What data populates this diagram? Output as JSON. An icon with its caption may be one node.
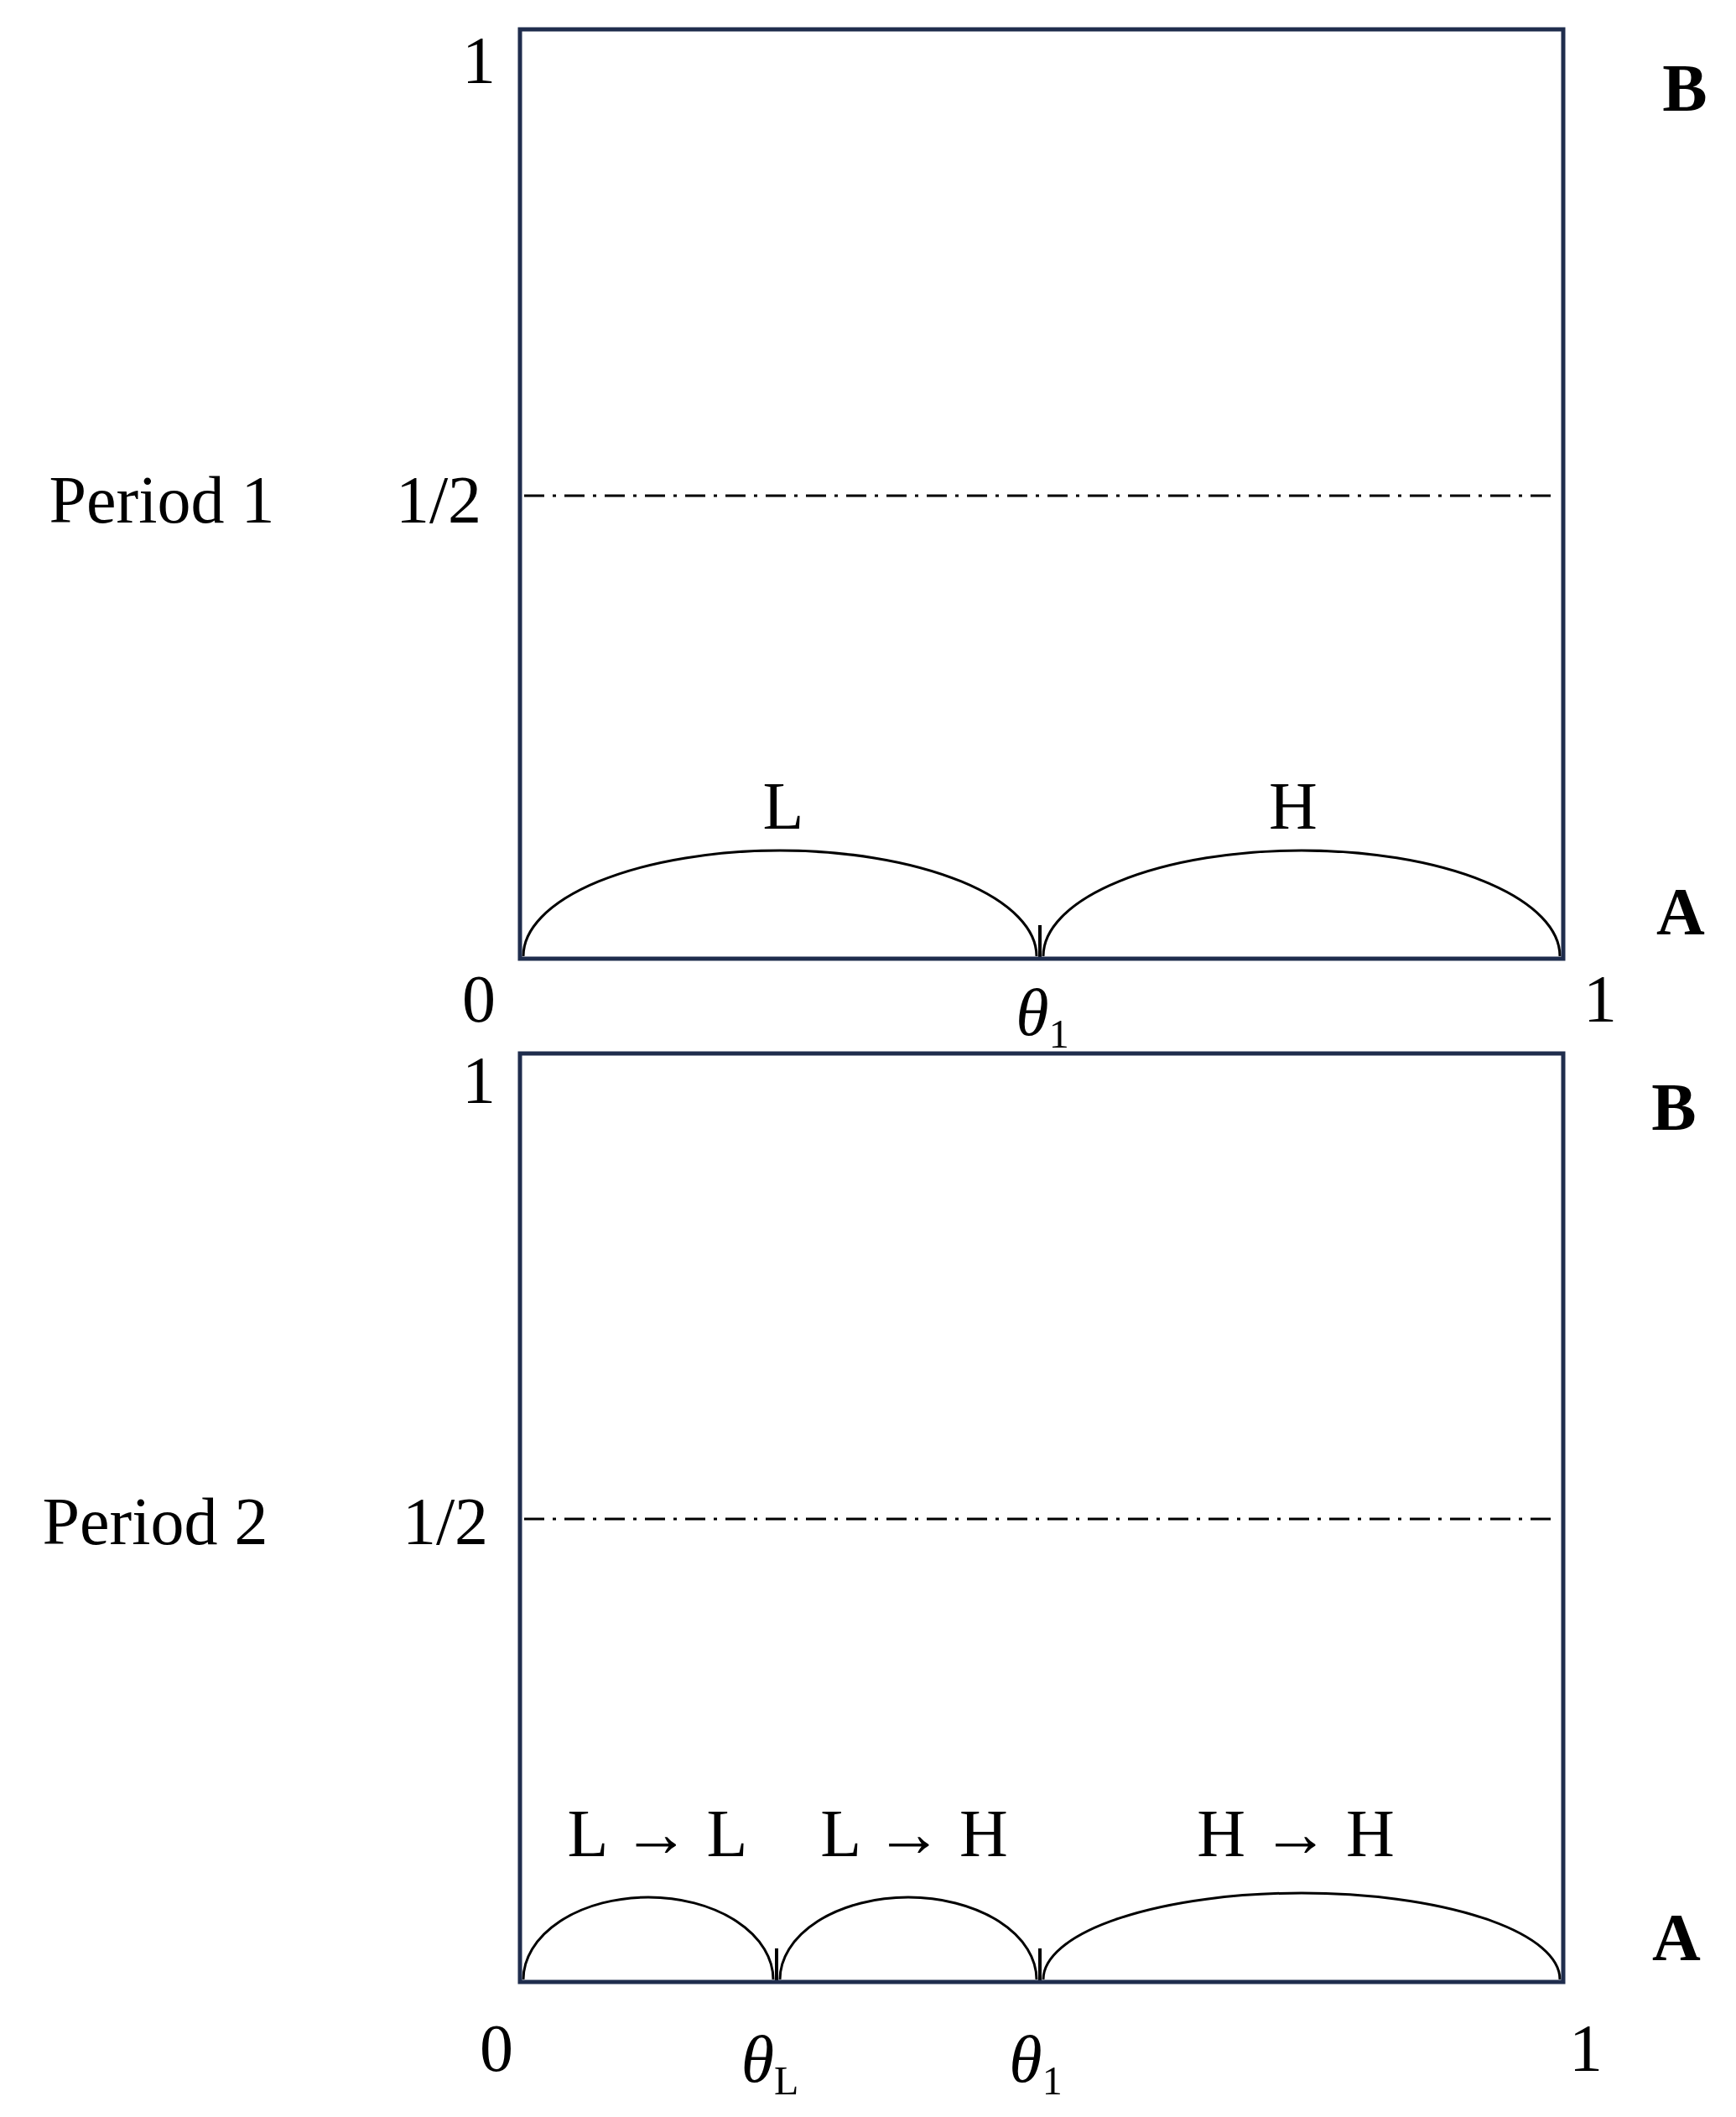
{
  "diagram": {
    "labels": [
      "1",
      "B",
      "Period 1",
      "1/2",
      "L",
      "H",
      "A",
      "0",
      "*θ*$_{1}$",
      "1",
      "1",
      "B",
      "Period 2",
      "1/2",
      "L → L",
      "L → H",
      "H → H",
      "A",
      "0",
      "*θ*$_{L}$",
      "*θ*$_{1}$",
      "1"
    ]
  }
}
